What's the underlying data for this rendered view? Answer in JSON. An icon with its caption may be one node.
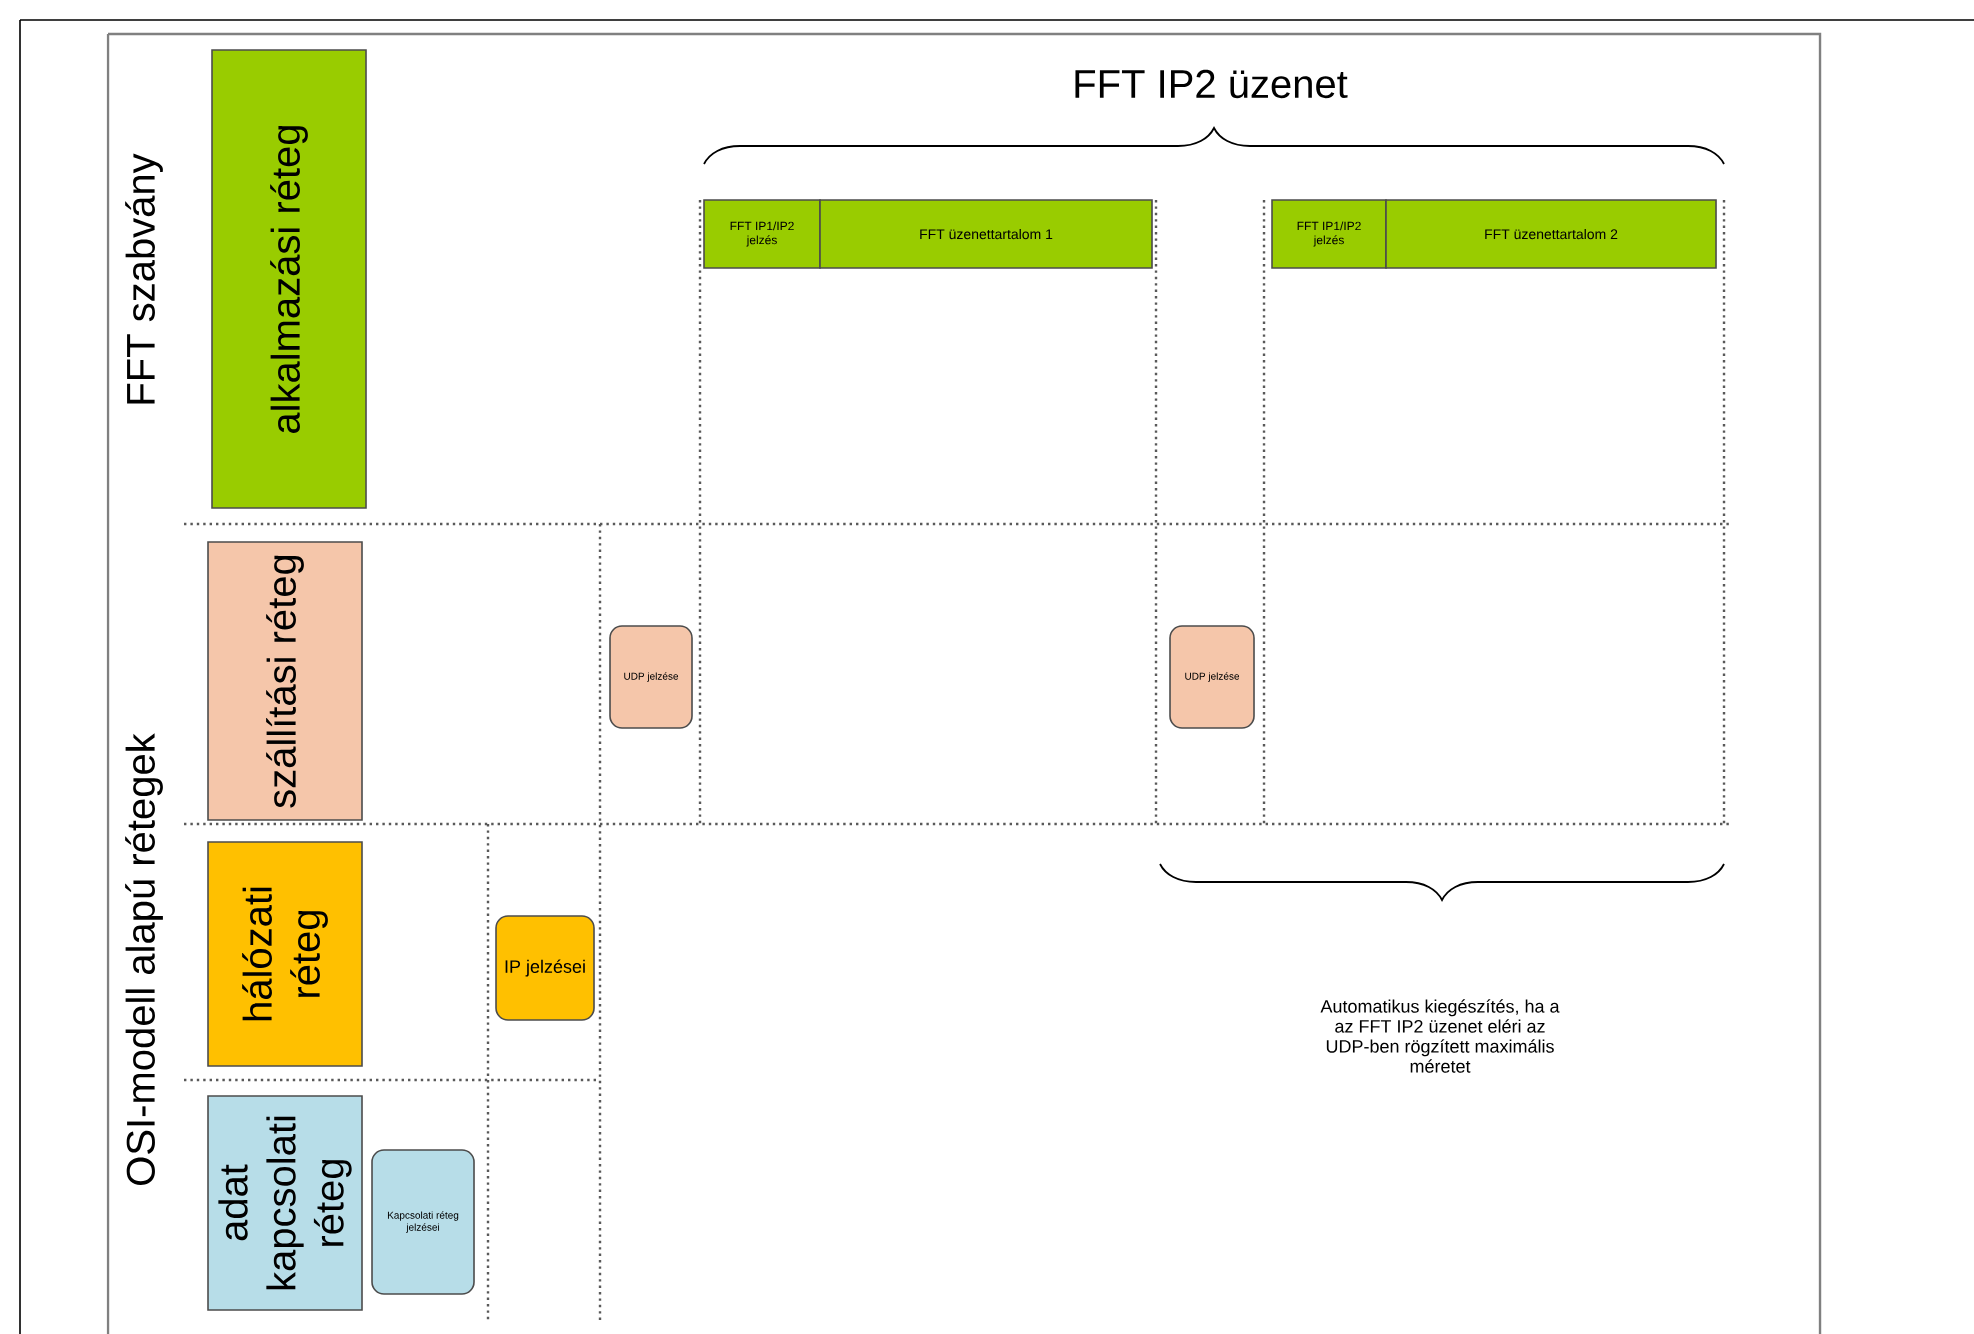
{
  "diagram": {
    "nodes": [
      {
        "text": [
          "alkalmazási réteg"
        ]
      },
      {
        "text": [
          "szállítási réteg"
        ]
      },
      {
        "text": [
          "hálózati réteg"
        ]
      },
      {
        "text": [
          "adat kapcsolati réteg"
        ]
      },
      {
        "text": [
          "FFT IP1/IP2 jelzés"
        ]
      },
      {
        "text": [
          "FFT üzenettartalom 1"
        ]
      },
      {
        "text": [
          "FFT IP1/IP2 jelzés"
        ]
      },
      {
        "text": [
          "FFT üzenettartalom 2"
        ]
      },
      {
        "text": [
          "UDP jelzése"
        ]
      },
      {
        "text": [
          "UDP jelzése"
        ]
      },
      {
        "text": [
          "IP jelzései"
        ]
      },
      {
        "text": [
          "Kapcsolati réteg jelzései"
        ]
      }
    ],
    "labels": [
      "FFT szabvány",
      "OSI-modell alapú rétegek",
      "FFT IP2 üzenet",
      "Automatikus kiegészítés, ha a az FFT IP2 üzenet eléri az UDP-ben rögzített maximális méretet"
    ]
  }
}
